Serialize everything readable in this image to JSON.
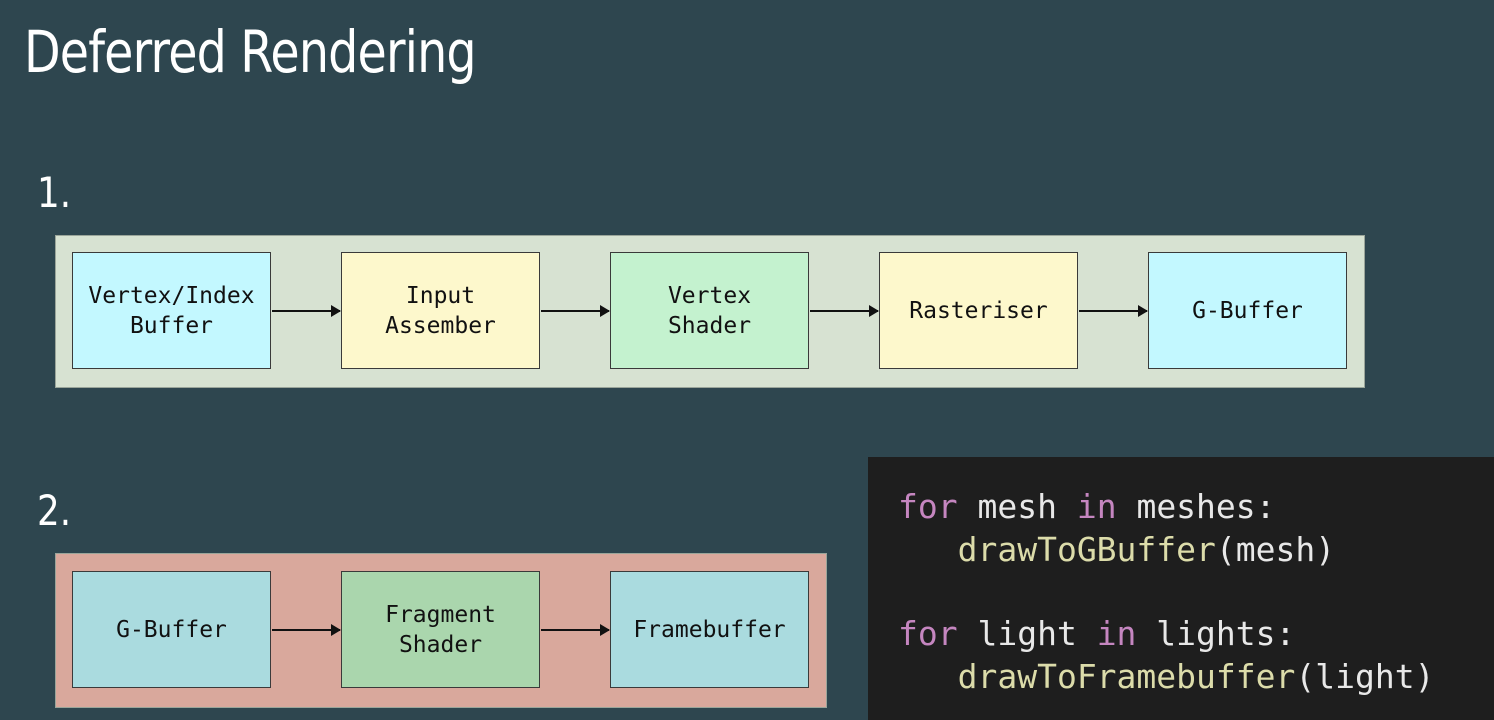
{
  "title": "Deferred Rendering",
  "step1": {
    "label": "1.",
    "nodes": [
      {
        "text": "Vertex/Index\nBuffer",
        "color": "#c3f8ff"
      },
      {
        "text": "Input\nAssember",
        "color": "#fdf8cc"
      },
      {
        "text": "Vertex\nShader",
        "color": "#c4f2cf"
      },
      {
        "text": "Rasteriser",
        "color": "#fdf8cc"
      },
      {
        "text": "G-Buffer",
        "color": "#c3f8ff"
      }
    ]
  },
  "step2": {
    "label": "2.",
    "nodes": [
      {
        "text": "G-Buffer",
        "color": "#aadbdf"
      },
      {
        "text": "Fragment\nShader",
        "color": "#aad6ad"
      },
      {
        "text": "Framebuffer",
        "color": "#aadbdf"
      }
    ]
  },
  "code": {
    "line1": {
      "kw1": "for",
      "a": " mesh ",
      "kw2": "in",
      "b": " meshes:"
    },
    "line2": {
      "indent": "   ",
      "fn": "drawToGBuffer",
      "args": "(mesh)"
    },
    "line3": {
      "kw1": "for",
      "a": " light ",
      "kw2": "in",
      "b": " lights:"
    },
    "line4": {
      "indent": "   ",
      "fn": "drawToFramebuffer",
      "args": "(light)"
    }
  }
}
